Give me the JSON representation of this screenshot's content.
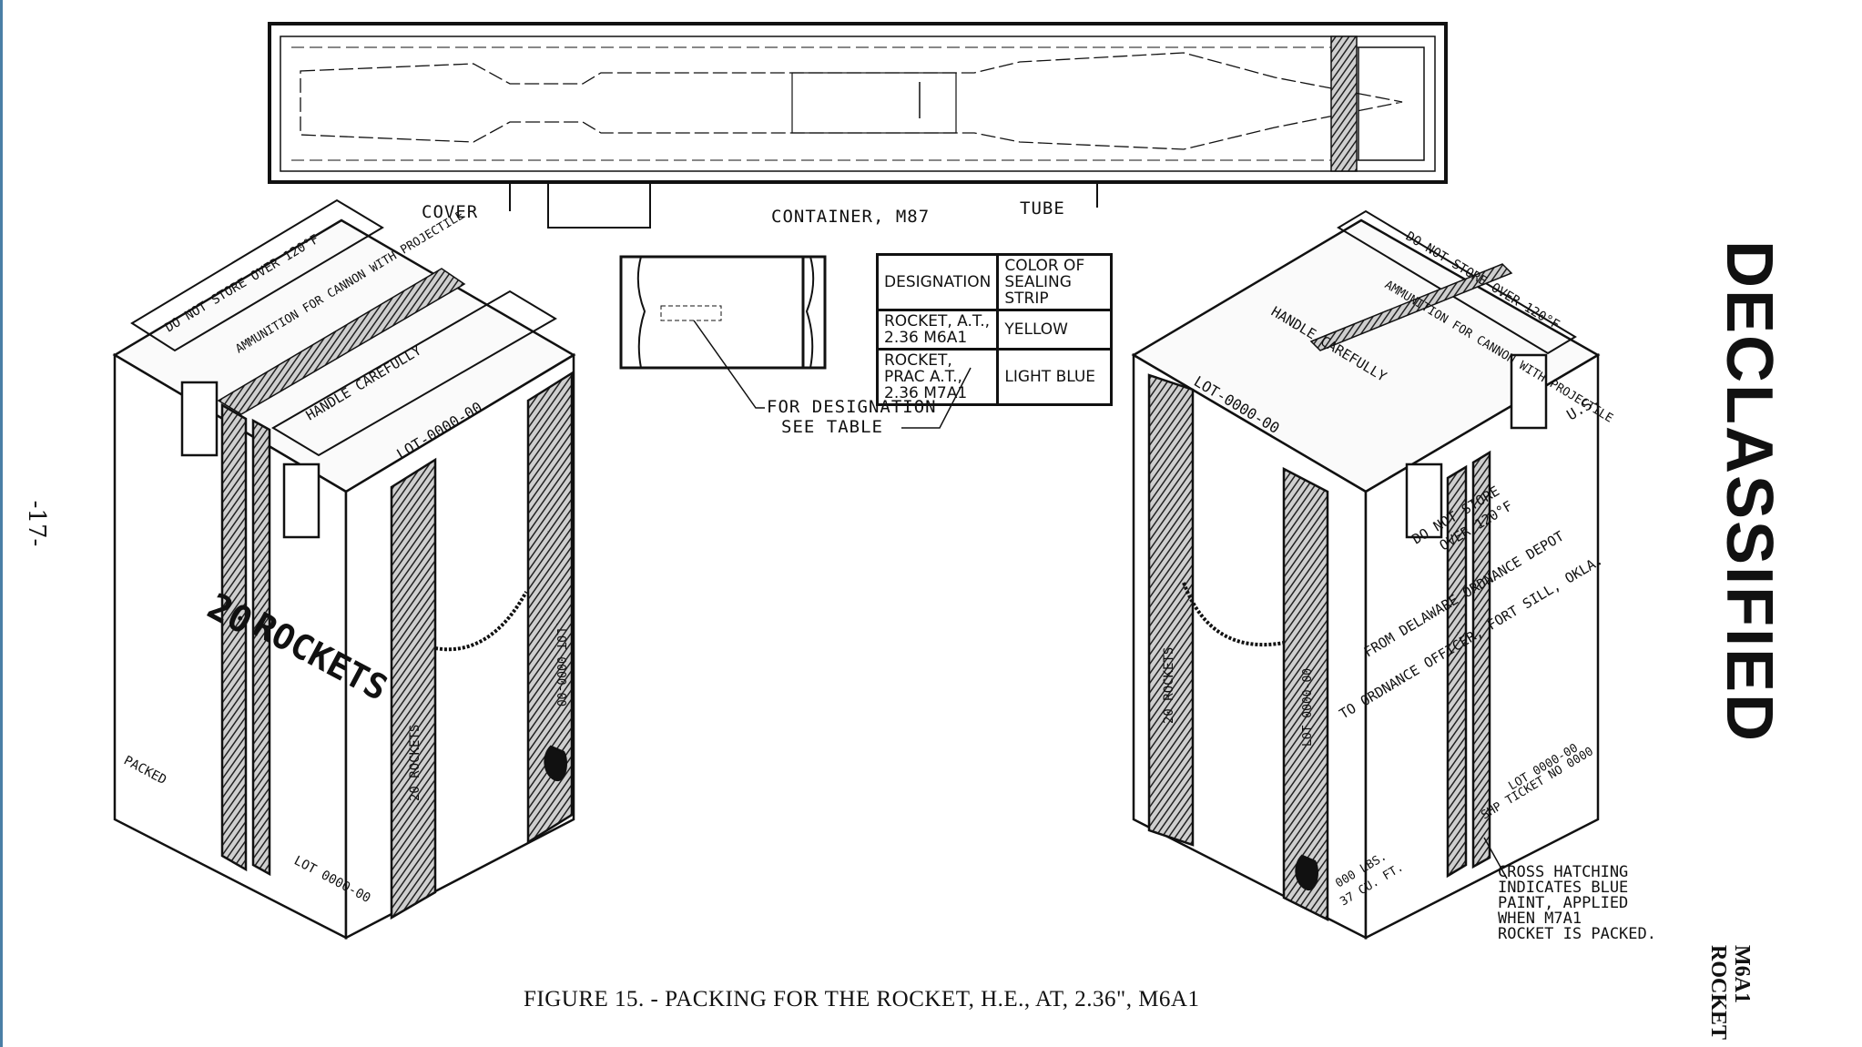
{
  "page": {
    "page_number": "-17-",
    "stamp": "DECLASSIFIED",
    "side_title_line1": "M6A1",
    "side_title_line2": "ROCKET",
    "caption": "FIGURE 15. - PACKING FOR THE ROCKET, H.E., AT, 2.36\", M6A1"
  },
  "container": {
    "cover_label": "COVER",
    "title_label": "CONTAINER, M87",
    "tube_label": "TUBE",
    "designation_note_line1": "FOR  DESIGNATION",
    "designation_note_line2": "SEE  TABLE"
  },
  "table": {
    "headers": [
      "DESIGNATION",
      "COLOR OF SEALING STRIP"
    ],
    "rows": [
      {
        "designation": "ROCKET, A.T., 2.36 M6A1",
        "color": "YELLOW"
      },
      {
        "designation": "ROCKET, PRAC A.T., 2.36 M7A1",
        "color": "LIGHT BLUE"
      }
    ]
  },
  "left_box": {
    "top_stencil": "DO NOT STORE OVER 120°F",
    "ammo_stencil": "AMMUNITION FOR CANNON WITH PROJECTILE",
    "handle": "HANDLE CAREFULLY",
    "lot_top": "LOT-0000-00",
    "count": "20",
    "contents": "ROCKETS",
    "packed": "PACKED",
    "lot_bottom": "LOT 0000-00",
    "end_stencil": "20 ROCKETS",
    "end_lot": "LOT 0000-00"
  },
  "right_box": {
    "top_stencil": "DO NOT STORE OVER 120°F",
    "ammo_stencil": "AMMUNITION FOR CANNON WITH PROJECTILE",
    "handle": "HANDLE CAREFULLY",
    "lot_top": "LOT-0000-00",
    "us": "U.S.",
    "store_line1": "DO NOT STORE",
    "store_line2": "OVER 120°F",
    "from": "FROM DELAWARE ORDNANCE DEPOT",
    "to": "TO ORDNANCE OFFICER, FORT SILL, OKLA.",
    "lot_side": "LOT 0000-00",
    "ship": "SHP TICKET NO 0000",
    "weight": "000 LBS.",
    "cube": "37 CU. FT.",
    "end_stencil": "20 ROCKETS",
    "end_lot": "LOT 0000-00"
  },
  "note": {
    "line1": "CROSS HATCHING",
    "line2": "INDICATES  BLUE",
    "line3": "PAINT, APPLIED",
    "line4": "WHEN   M7A1",
    "line5": "ROCKET  IS PACKED."
  }
}
